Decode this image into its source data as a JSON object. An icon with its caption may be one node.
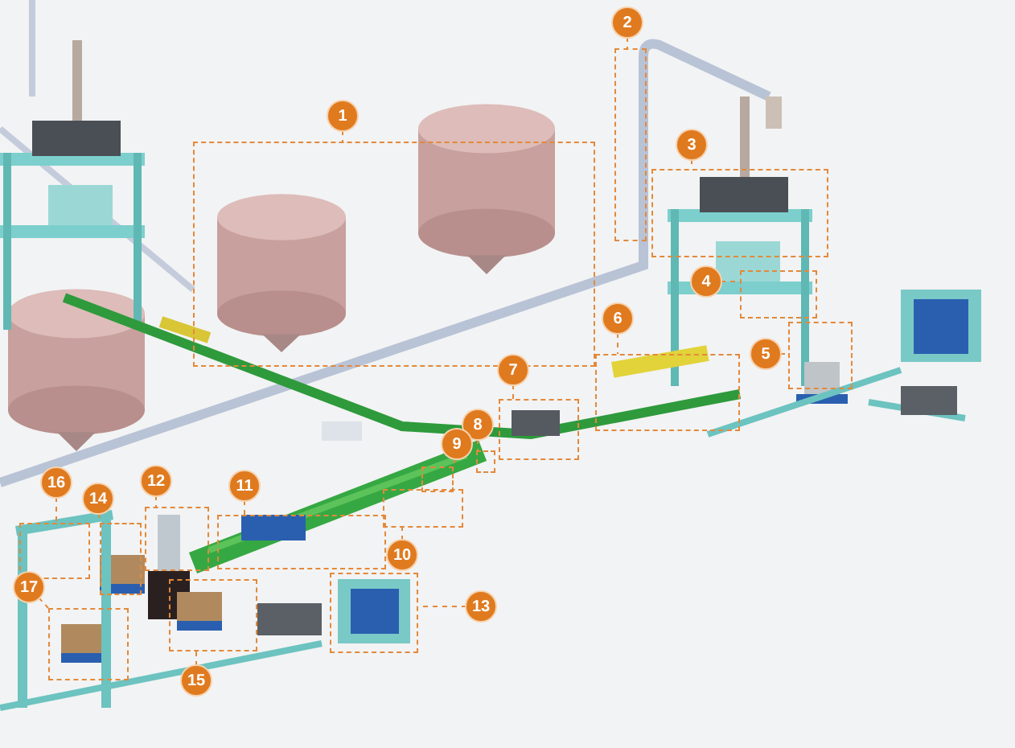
{
  "diagram": {
    "nodes": [
      {
        "text": [
          "1"
        ]
      },
      {
        "text": [
          "2"
        ]
      },
      {
        "text": [
          "3"
        ]
      },
      {
        "text": [
          "4"
        ]
      },
      {
        "text": [
          "5"
        ]
      },
      {
        "text": [
          "6"
        ]
      },
      {
        "text": [
          "7"
        ]
      },
      {
        "text": [
          "8"
        ]
      },
      {
        "text": [
          "9"
        ]
      },
      {
        "text": [
          "10"
        ]
      },
      {
        "text": [
          "11"
        ]
      },
      {
        "text": [
          "12"
        ]
      },
      {
        "text": [
          "13"
        ]
      },
      {
        "text": [
          "14"
        ]
      },
      {
        "text": [
          "15"
        ]
      },
      {
        "text": [
          "16"
        ]
      },
      {
        "text": [
          "17"
        ]
      },
      {
        "text": [],
        "shape": "box"
      },
      {
        "text": [],
        "shape": "box"
      },
      {
        "text": [],
        "shape": "box"
      },
      {
        "text": [],
        "shape": "box"
      },
      {
        "text": [],
        "shape": "box"
      },
      {
        "text": [],
        "shape": "box"
      },
      {
        "text": [],
        "shape": "box"
      },
      {
        "text": [],
        "shape": "box"
      },
      {
        "text": [],
        "shape": "box"
      },
      {
        "text": [],
        "shape": "box"
      },
      {
        "text": [],
        "shape": "box"
      },
      {
        "text": [],
        "shape": "box"
      },
      {
        "text": [],
        "shape": "box"
      },
      {
        "text": [],
        "shape": "box"
      },
      {
        "text": [],
        "shape": "box"
      },
      {
        "text": [],
        "shape": "box"
      },
      {
        "text": [],
        "shape": "box"
      }
    ],
    "edges": [
      {
        "from": 0,
        "to": 17,
        "arrow": "none",
        "style": "dashed"
      },
      {
        "from": 1,
        "to": 18,
        "arrow": "none",
        "style": "dashed"
      },
      {
        "from": 2,
        "to": 19,
        "arrow": "none",
        "style": "dashed"
      },
      {
        "from": 3,
        "to": 20,
        "arrow": "none",
        "style": "dashed"
      },
      {
        "from": 4,
        "to": 21,
        "arrow": "none",
        "style": "dashed"
      },
      {
        "from": 5,
        "to": 22,
        "arrow": "none",
        "style": "dashed"
      },
      {
        "from": 6,
        "to": 23,
        "arrow": "none",
        "style": "dashed"
      },
      {
        "from": 7,
        "to": 24,
        "arrow": "none",
        "style": "dashed"
      },
      {
        "from": 8,
        "to": 25,
        "arrow": "none",
        "style": "dashed"
      },
      {
        "from": 9,
        "to": 26,
        "arrow": "none",
        "style": "dashed"
      },
      {
        "from": 10,
        "to": 27,
        "arrow": "none",
        "style": "dashed"
      },
      {
        "from": 11,
        "to": 28,
        "arrow": "none",
        "style": "dashed"
      },
      {
        "from": 12,
        "to": 29,
        "arrow": "none",
        "style": "dashed"
      },
      {
        "from": 13,
        "to": 30,
        "arrow": "none",
        "style": "dashed"
      },
      {
        "from": 14,
        "to": 31,
        "arrow": "none",
        "style": "dashed"
      },
      {
        "from": 15,
        "to": 32,
        "arrow": "none",
        "style": "dashed"
      },
      {
        "from": 16,
        "to": 33,
        "arrow": "none",
        "style": "dashed"
      }
    ]
  }
}
